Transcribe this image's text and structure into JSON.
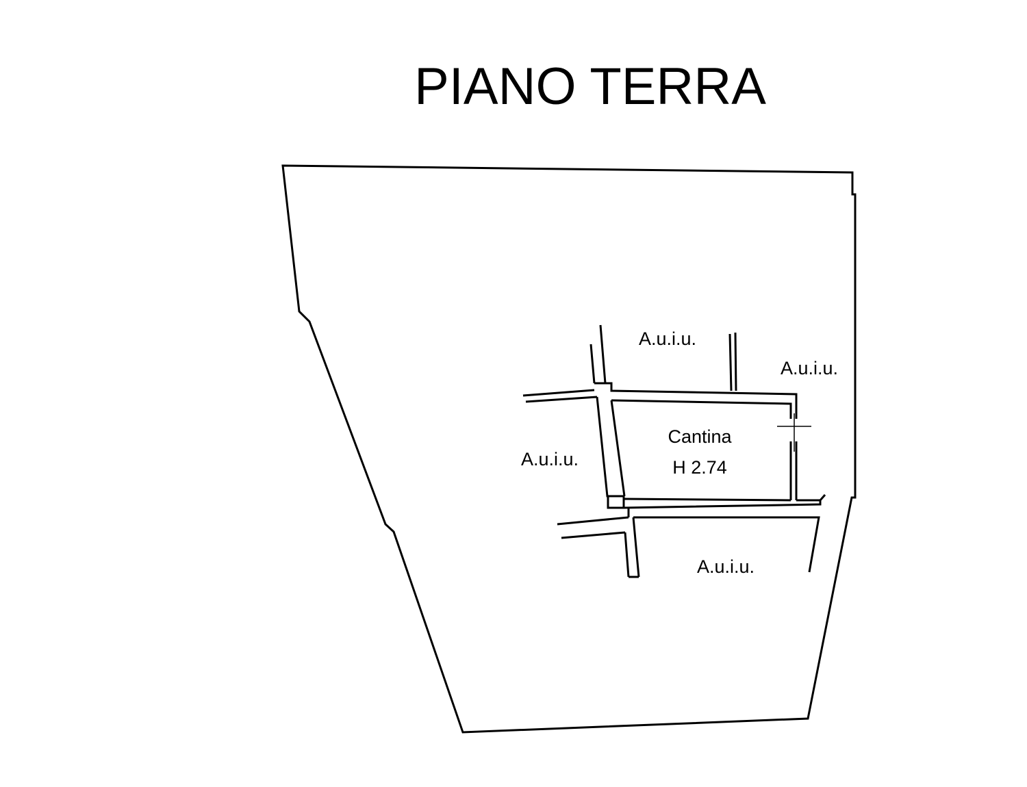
{
  "title": "PIANO TERRA",
  "rooms": {
    "auiu_top": "A.u.i.u.",
    "auiu_right": "A.u.i.u.",
    "auiu_left": "A.u.i.u.",
    "auiu_bottom": "A.u.i.u.",
    "cantina_name": "Cantina",
    "cantina_height": "H 2.74"
  },
  "colors": {
    "line": "#000000",
    "background": "#ffffff"
  }
}
